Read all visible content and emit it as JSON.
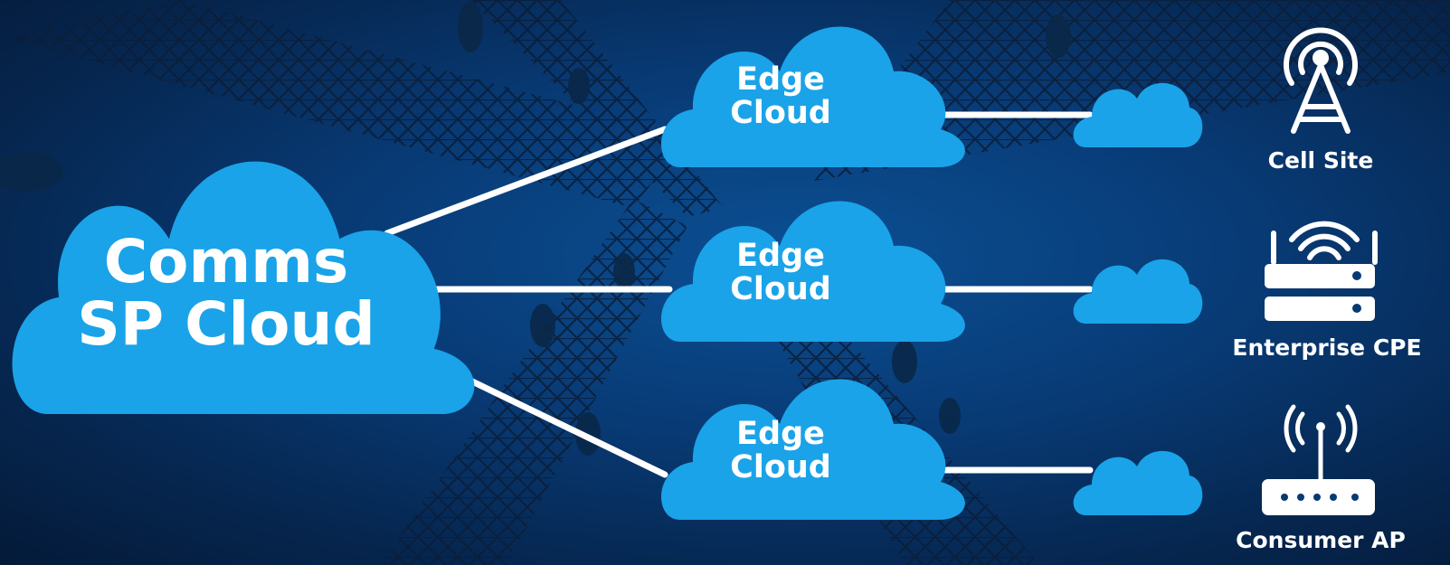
{
  "main_cloud": {
    "line1": "Comms",
    "line2": "SP Cloud"
  },
  "edge_clouds": [
    {
      "line1": "Edge",
      "line2": "Cloud"
    },
    {
      "line1": "Edge",
      "line2": "Cloud"
    },
    {
      "line1": "Edge",
      "line2": "Cloud"
    }
  ],
  "devices": [
    {
      "label": "Cell Site",
      "icon": "cell-tower-icon"
    },
    {
      "label": "Enterprise CPE",
      "icon": "wifi-router-icon"
    },
    {
      "label": "Consumer AP",
      "icon": "access-point-icon"
    }
  ],
  "colors": {
    "background": "#063a73",
    "cloud": "#1aa3e8",
    "connector": "#ffffff",
    "text": "#ffffff"
  }
}
